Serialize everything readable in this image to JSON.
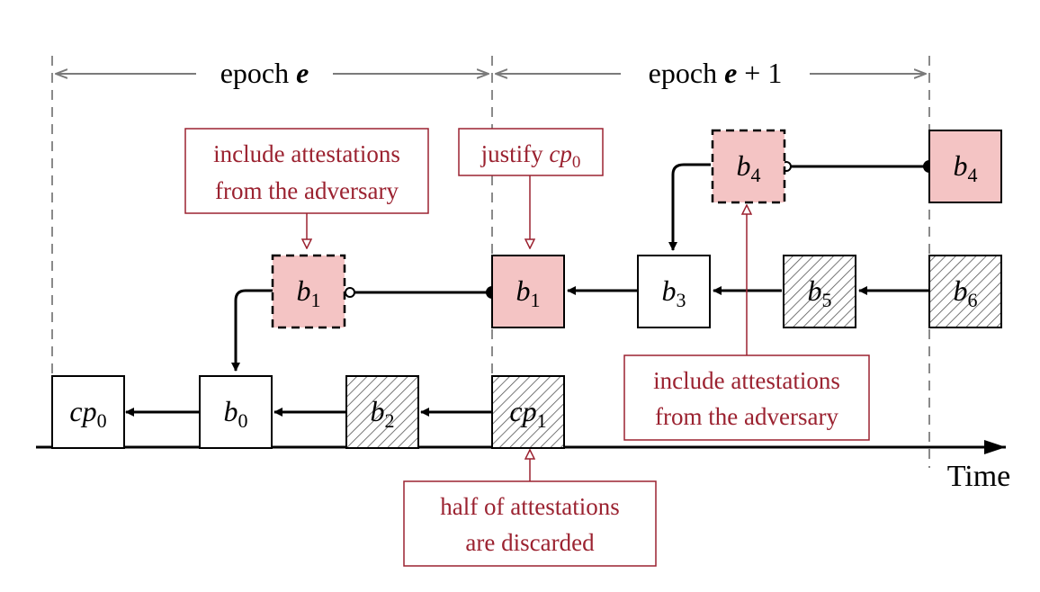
{
  "epochs": [
    {
      "label_prefix": "epoch ",
      "label_var": "e",
      "label_suffix": ""
    },
    {
      "label_prefix": "epoch ",
      "label_var": "e",
      "label_suffix": " + 1"
    }
  ],
  "time_label": "Time",
  "blocks": {
    "cp0": {
      "base": "cp",
      "sub": "0"
    },
    "b0": {
      "base": "b",
      "sub": "0"
    },
    "b2": {
      "base": "b",
      "sub": "2"
    },
    "cp1": {
      "base": "cp",
      "sub": "1"
    },
    "b1_adv": {
      "base": "b",
      "sub": "1"
    },
    "b1_pub": {
      "base": "b",
      "sub": "1"
    },
    "b3": {
      "base": "b",
      "sub": "3"
    },
    "b5": {
      "base": "b",
      "sub": "5"
    },
    "b6": {
      "base": "b",
      "sub": "6"
    },
    "b4_adv": {
      "base": "b",
      "sub": "4"
    },
    "b4_pub": {
      "base": "b",
      "sub": "4"
    }
  },
  "annotations": {
    "include_left": {
      "line1": "include attestations",
      "line2": "from the adversary"
    },
    "justify": {
      "text": "justify ",
      "var": "cp",
      "sub": "0"
    },
    "include_right": {
      "line1": "include attestations",
      "line2": "from the adversary"
    },
    "half": {
      "line1": "half of attestations",
      "line2": "are discarded"
    }
  },
  "colors": {
    "adversary_fill": "#f4c4c4",
    "annotation_red": "#9b2230",
    "line": "#000000",
    "epoch_arrow": "#7a7a7a",
    "hatch": "#555555"
  }
}
